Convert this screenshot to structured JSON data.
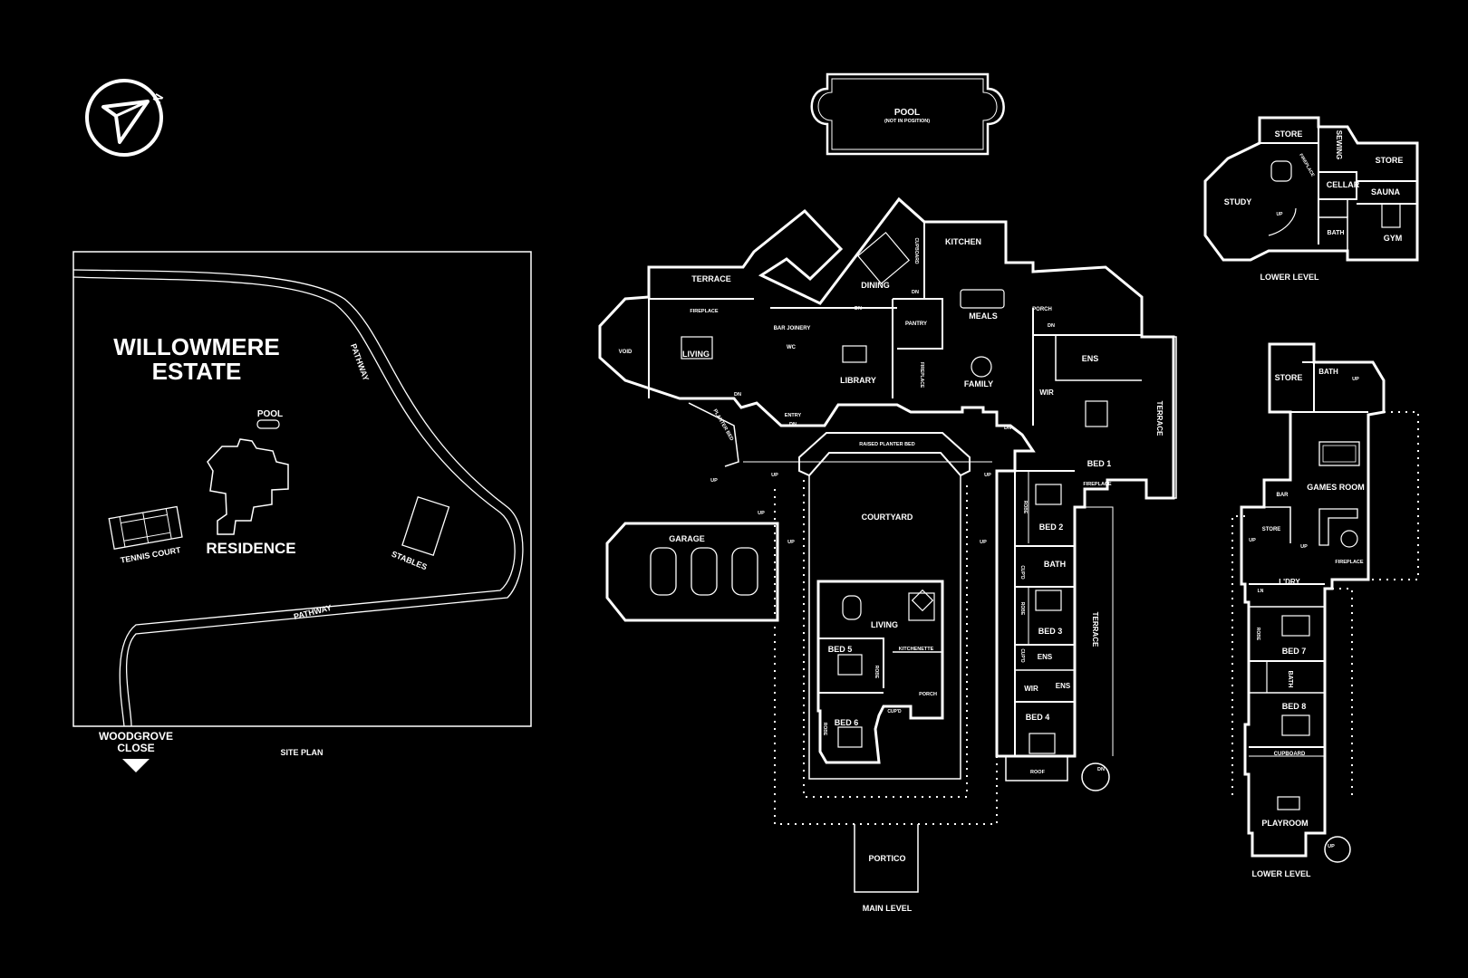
{
  "site_plan": {
    "title_line1": "WILLOWMERE",
    "title_line2": "ESTATE",
    "pool": "POOL",
    "residence": "RESIDENCE",
    "tennis_court": "TENNIS COURT",
    "stables": "STABLES",
    "pathway_a": "PATHWAY",
    "pathway_b": "PATHWAY",
    "road_line1": "WOODGROVE",
    "road_line2": "CLOSE",
    "caption": "SITE PLAN",
    "north": "N"
  },
  "main_level": {
    "caption": "MAIN LEVEL",
    "pool": "POOL",
    "pool_note": "(NOT IN POSITION)",
    "rooms": {
      "terrace_top": "TERRACE",
      "fireplace_living": "FIREPLACE",
      "void": "VOID",
      "living": "LIVING",
      "bar_joinery": "BAR JOINERY",
      "wc": "WC",
      "library": "LIBRARY",
      "entry": "ENTRY",
      "dining": "DINING",
      "dn_dining": "DN",
      "kitchen": "KITCHEN",
      "cupboard": "CUPBOARD",
      "pantry": "PANTRY",
      "meals": "MEALS",
      "family": "FAMILY",
      "fireplace_family": "FIREPLACE",
      "porch_top": "PORCH",
      "dn_porch": "DN",
      "ens1": "ENS",
      "wir1": "WIR",
      "bed1": "BED 1",
      "fireplace_bed1": "FIREPLACE",
      "terrace_right": "TERRACE",
      "planter_bed": "PLANTER BED",
      "raised_planter": "RAISED PLANTER BED",
      "courtyard": "COURTYARD",
      "garage": "GARAGE",
      "bed2": "BED 2",
      "robe_bed2": "ROBE",
      "bath": "BATH",
      "cupd_bath": "CUP'D",
      "bed3": "BED 3",
      "robe_bed3": "ROBE",
      "ens3": "ENS",
      "cupd_ens": "CUP'D",
      "wir4": "WIR",
      "ens4": "ENS",
      "bed4": "BED 4",
      "terrace_east": "TERRACE",
      "roof": "ROOF",
      "dn_roof": "DN",
      "living_guest": "LIVING",
      "kitchenette": "KITCHENETTE",
      "bed5": "BED 5",
      "robe_bed5": "ROBE",
      "porch_guest": "PORCH",
      "cupd_guest": "CUP'D",
      "bed6": "BED 6",
      "robe_bed6": "ROBE",
      "portico": "PORTICO",
      "up1": "UP",
      "up2": "UP",
      "up3": "UP",
      "up4": "UP",
      "up5": "UP",
      "up6": "UP",
      "dn_entry": "DN",
      "dn_courtyard": "DN",
      "dn_living": "DN",
      "dn_kitchen": "DN"
    }
  },
  "lower_level_top": {
    "caption": "LOWER LEVEL",
    "store1": "STORE",
    "sewing": "SEWING",
    "store2": "STORE",
    "fireplace": "FIREPLACE",
    "cellar": "CELLAR",
    "sauna": "SAUNA",
    "study": "STUDY",
    "bath": "BATH",
    "gym": "GYM",
    "up": "UP"
  },
  "lower_level_bottom": {
    "caption": "LOWER LEVEL",
    "store": "STORE",
    "bath": "BATH",
    "up_bath": "UP",
    "games_room": "GAMES ROOM",
    "bar": "BAR",
    "store2": "STORE",
    "up_store": "UP",
    "up_games": "UP",
    "fireplace": "FIREPLACE",
    "ldry": "L'DRY",
    "ln": "LN",
    "bed7": "BED 7",
    "robe_bed7": "ROBE",
    "bath2": "BATH",
    "bed8": "BED 8",
    "cupboard": "CUPBOARD",
    "playroom": "PLAYROOM",
    "up_playroom": "UP"
  }
}
